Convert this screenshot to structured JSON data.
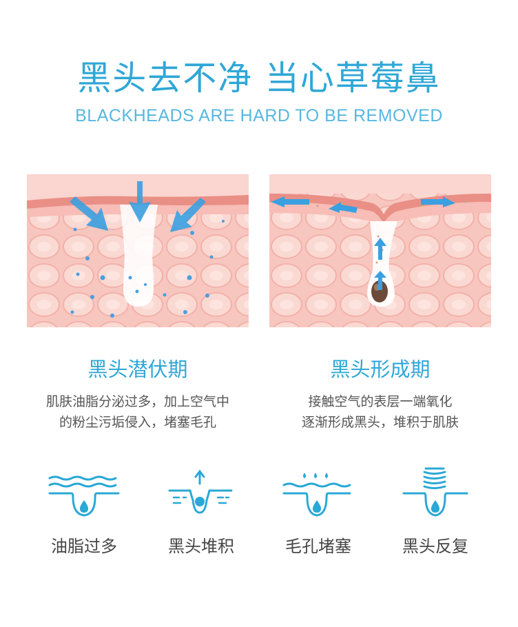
{
  "header": {
    "title": "黑头去不净 当心草莓鼻",
    "subtitle": "BLACKHEADS ARE HARD TO BE REMOVED"
  },
  "stages": [
    {
      "title": "黑头潜伏期",
      "desc_line1": "肌肤油脂分泌过多，加上空气中",
      "desc_line2": "的粉尘污垢侵入，堵塞毛孔"
    },
    {
      "title": "黑头形成期",
      "desc_line1": "接触空气的表层一端氧化",
      "desc_line2": "逐渐形成黑头，堆积于肌肤"
    }
  ],
  "features": [
    {
      "label": "油脂过多",
      "icon": "oil-excess-icon"
    },
    {
      "label": "黑头堆积",
      "icon": "blackhead-accumulation-icon"
    },
    {
      "label": "毛孔堵塞",
      "icon": "pore-clogging-icon"
    },
    {
      "label": "黑头反复",
      "icon": "blackhead-recurrence-icon"
    }
  ],
  "colors": {
    "accent": "#2fa7d6",
    "skin": "#f9c9c2",
    "skin_surface": "#e8887f",
    "text": "#555555"
  }
}
